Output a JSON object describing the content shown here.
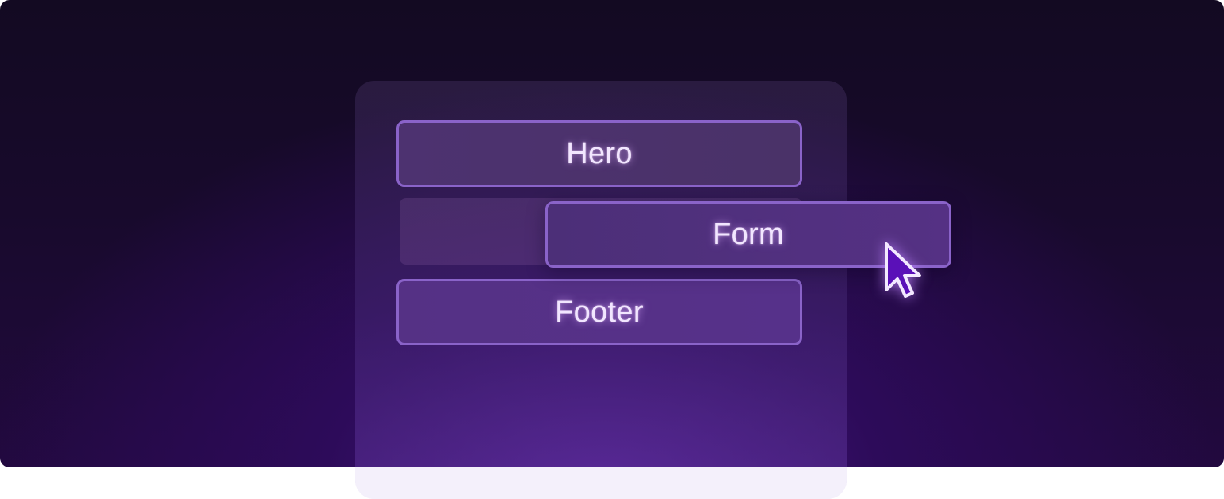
{
  "blocks": {
    "hero": {
      "label": "Hero"
    },
    "form": {
      "label": "Form"
    },
    "footer": {
      "label": "Footer"
    }
  },
  "cursor": {
    "icon": "pointer-arrow-icon",
    "state": "dragging"
  },
  "colors": {
    "background_dark": "#130a22",
    "background_glow": "#4a1a86",
    "block_border": "#8a63c9",
    "label_text": "#f2e6ff",
    "cursor_fill": "#5a10b8",
    "cursor_outline": "#f3e9ff"
  }
}
